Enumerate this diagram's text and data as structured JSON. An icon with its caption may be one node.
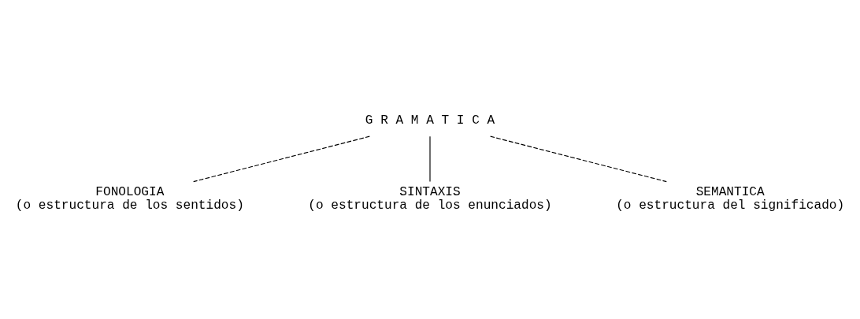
{
  "diagram": {
    "nodes": [
      {
        "text": [
          "G R A M A T I C A"
        ]
      },
      {
        "text": [
          "FONOLOGIA",
          "(o estructura de los sentidos)"
        ]
      },
      {
        "text": [
          "SINTAXIS",
          "(o estructura de los enunciados)"
        ]
      },
      {
        "text": [
          "SEMANTICA",
          "(o estructura del significado)"
        ]
      }
    ],
    "edges": [
      {
        "from": 0,
        "to": 1,
        "arrow": "none",
        "style": "dashed"
      },
      {
        "from": 0,
        "to": 2,
        "arrow": "none"
      },
      {
        "from": 0,
        "to": 3,
        "arrow": "none",
        "style": "dashed"
      }
    ]
  }
}
